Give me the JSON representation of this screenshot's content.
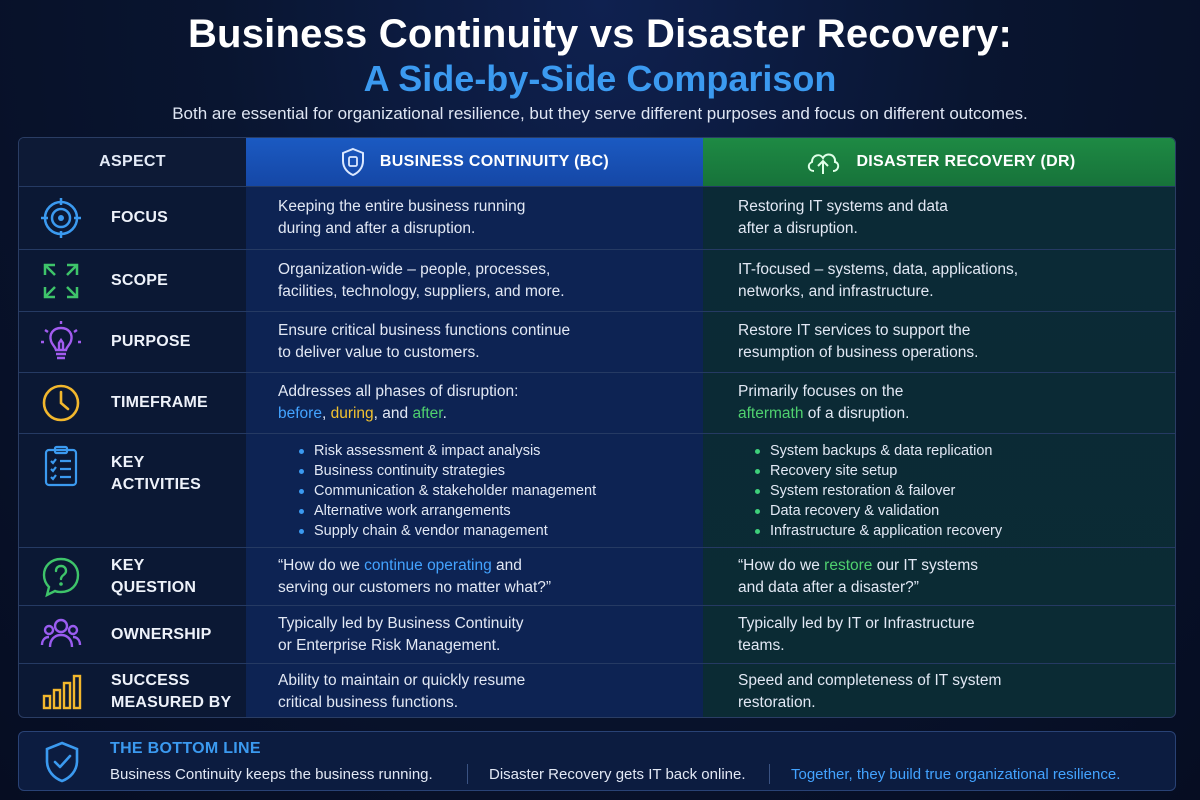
{
  "header": {
    "title": "Business Continuity vs Disaster Recovery:",
    "subtitle": "A Side-by-Side Comparison",
    "tagline": "Both are essential for organizational resilience, but they serve different purposes and focus on different outcomes."
  },
  "columns": {
    "aspect": "ASPECT",
    "bc": "BUSINESS CONTINUITY (BC)",
    "dr": "DISASTER RECOVERY (DR)"
  },
  "rows": {
    "focus": {
      "label": "FOCUS",
      "icon": "target-icon",
      "bc": [
        "Keeping the entire business running",
        "during and after a disruption."
      ],
      "dr": [
        "Restoring IT systems and data",
        "after a disruption."
      ]
    },
    "scope": {
      "label": "SCOPE",
      "icon": "expand-arrows-icon",
      "bc": [
        "Organization-wide – people, processes,",
        "facilities, technology, suppliers, and more."
      ],
      "dr": [
        "IT-focused – systems, data, applications,",
        "networks, and infrastructure."
      ]
    },
    "purpose": {
      "label": "PURPOSE",
      "icon": "lightbulb-icon",
      "bc": [
        "Ensure critical business functions continue",
        "to deliver value to customers."
      ],
      "dr": [
        "Restore IT services to support the",
        "resumption of business operations."
      ]
    },
    "timeframe": {
      "label": "TIMEFRAME",
      "icon": "clock-icon",
      "bc_line1": "Addresses all phases of disruption:",
      "bc_before": "before",
      "bc_comma1": ", ",
      "bc_during": "during",
      "bc_and": ", and ",
      "bc_after": "after",
      "bc_end": ".",
      "dr_line1": "Primarily focuses on the",
      "dr_aftermath": "aftermath",
      "dr_rest": " of a disruption."
    },
    "activities": {
      "label_1": "KEY",
      "label_2": "ACTIVITIES",
      "icon": "checklist-icon",
      "bc": [
        "Risk assessment & impact analysis",
        "Business continuity strategies",
        "Communication & stakeholder management",
        "Alternative work arrangements",
        "Supply chain & vendor management"
      ],
      "dr": [
        "System backups & data replication",
        "Recovery site setup",
        "System restoration & failover",
        "Data recovery & validation",
        "Infrastructure & application recovery"
      ]
    },
    "question": {
      "label_1": "KEY",
      "label_2": "QUESTION",
      "icon": "question-bubble-icon",
      "bc_pre": "“How do we ",
      "bc_hl": "continue operating",
      "bc_post": " and",
      "bc_line2": "serving our customers no matter what?”",
      "dr_pre": "“How do we ",
      "dr_hl": "restore",
      "dr_post": " our IT systems",
      "dr_line2": "and data after a disaster?”"
    },
    "ownership": {
      "label": "OWNERSHIP",
      "icon": "people-icon",
      "bc": [
        "Typically led by Business Continuity",
        "or Enterprise Risk Management."
      ],
      "dr": [
        "Typically led by IT or Infrastructure",
        "teams."
      ]
    },
    "success": {
      "label_1": "SUCCESS",
      "label_2": "MEASURED BY",
      "icon": "bar-chart-icon",
      "bc": [
        "Ability to maintain or quickly resume",
        "critical business functions."
      ],
      "dr": [
        "Speed and completeness of IT system",
        "restoration."
      ]
    }
  },
  "bottom_line": {
    "title": "THE BOTTOM LINE",
    "bc": "Business Continuity keeps the business running.",
    "dr": "Disaster Recovery gets IT back online.",
    "together": "Together, they build true organizational resilience."
  },
  "colors": {
    "accent_blue": "#3b9af0",
    "bc_header": "#1b5ac2",
    "dr_header": "#1e8a44",
    "highlight_yellow": "#f2c230",
    "highlight_green": "#4fd16f"
  }
}
